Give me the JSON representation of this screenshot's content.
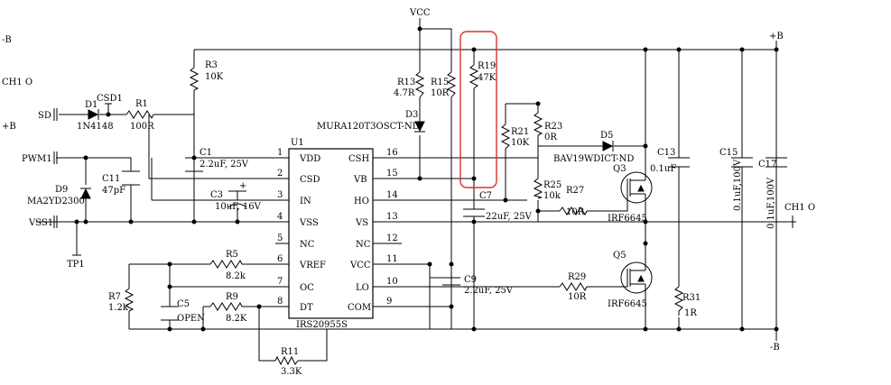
{
  "left_labels": {
    "minus_b": "-B",
    "ch1_o": "CH1 O",
    "plus_b": "+B",
    "sd": "SD",
    "pwm1": "PWM1",
    "vss1": "VSS1",
    "tp1": "TP1"
  },
  "rails": {
    "vcc": "VCC",
    "plus_b": "+B",
    "minus_b": "-B",
    "ch1_o": "CH1 O"
  },
  "ic": {
    "ref": "U1",
    "part": "IRS20955S",
    "left_pins": [
      {
        "num": "1",
        "name": "VDD"
      },
      {
        "num": "2",
        "name": "CSD"
      },
      {
        "num": "3",
        "name": "IN"
      },
      {
        "num": "4",
        "name": "VSS"
      },
      {
        "num": "5",
        "name": "NC"
      },
      {
        "num": "6",
        "name": "VREF"
      },
      {
        "num": "7",
        "name": "OC"
      },
      {
        "num": "8",
        "name": "DT"
      }
    ],
    "right_pins": [
      {
        "num": "16",
        "name": "CSH"
      },
      {
        "num": "15",
        "name": "VB"
      },
      {
        "num": "14",
        "name": "HO"
      },
      {
        "num": "13",
        "name": "VS"
      },
      {
        "num": "12",
        "name": "NC"
      },
      {
        "num": "11",
        "name": "VCC"
      },
      {
        "num": "10",
        "name": "LO"
      },
      {
        "num": "9",
        "name": "COM"
      }
    ]
  },
  "components": {
    "r1": {
      "ref": "R1",
      "value": "100R"
    },
    "r3": {
      "ref": "R3",
      "value": "10K"
    },
    "r5": {
      "ref": "R5",
      "value": "8.2k"
    },
    "r7": {
      "ref": "R7",
      "value": "1.2k"
    },
    "r9": {
      "ref": "R9",
      "value": "8.2K"
    },
    "r11": {
      "ref": "R11",
      "value": "3.3K"
    },
    "r13": {
      "ref": "R13",
      "value": "4.7R"
    },
    "r15": {
      "ref": "R15",
      "value": "10R"
    },
    "r19": {
      "ref": "R19",
      "value": "47K"
    },
    "r21": {
      "ref": "R21",
      "value": "10K"
    },
    "r23": {
      "ref": "R23",
      "value": "0R"
    },
    "r25": {
      "ref": "R25",
      "value": "10k"
    },
    "r27": {
      "ref": "R27",
      "value": "10R"
    },
    "r29": {
      "ref": "R29",
      "value": "10R"
    },
    "r31": {
      "ref": "R31",
      "value": "1R"
    },
    "c1": {
      "ref": "C1",
      "value": "2.2uF, 25V"
    },
    "c3": {
      "ref": "C3",
      "value": "10uF, 16V",
      "polarity": "+"
    },
    "c5": {
      "ref": "C5",
      "value": "OPEN"
    },
    "c7": {
      "ref": "C7",
      "value": "22uF, 25V"
    },
    "c9": {
      "ref": "C9",
      "value": "2.2uF, 25V"
    },
    "c11": {
      "ref": "C11",
      "value": "47pF"
    },
    "c13": {
      "ref": "C13",
      "value": "0.1uF"
    },
    "c15": {
      "ref": "C15",
      "value": "0.1uF,100V"
    },
    "c17": {
      "ref": "C17",
      "value": "0.1uF,100V"
    },
    "d1": {
      "ref": "D1",
      "value": "1N4148"
    },
    "d3": {
      "ref": "D3",
      "value": "MURA120T3OSCT-ND"
    },
    "d5": {
      "ref": "D5",
      "value": "BAV19WDICT-ND"
    },
    "d9": {
      "ref": "D9",
      "value": "MA2YD2300"
    },
    "csd1": {
      "ref": "CSD1"
    },
    "q3": {
      "ref": "Q3",
      "value": "IRF6645"
    },
    "q5": {
      "ref": "Q5",
      "value": "IRF6645"
    }
  },
  "highlight": {
    "color": "#d9342b",
    "target": "R19"
  }
}
